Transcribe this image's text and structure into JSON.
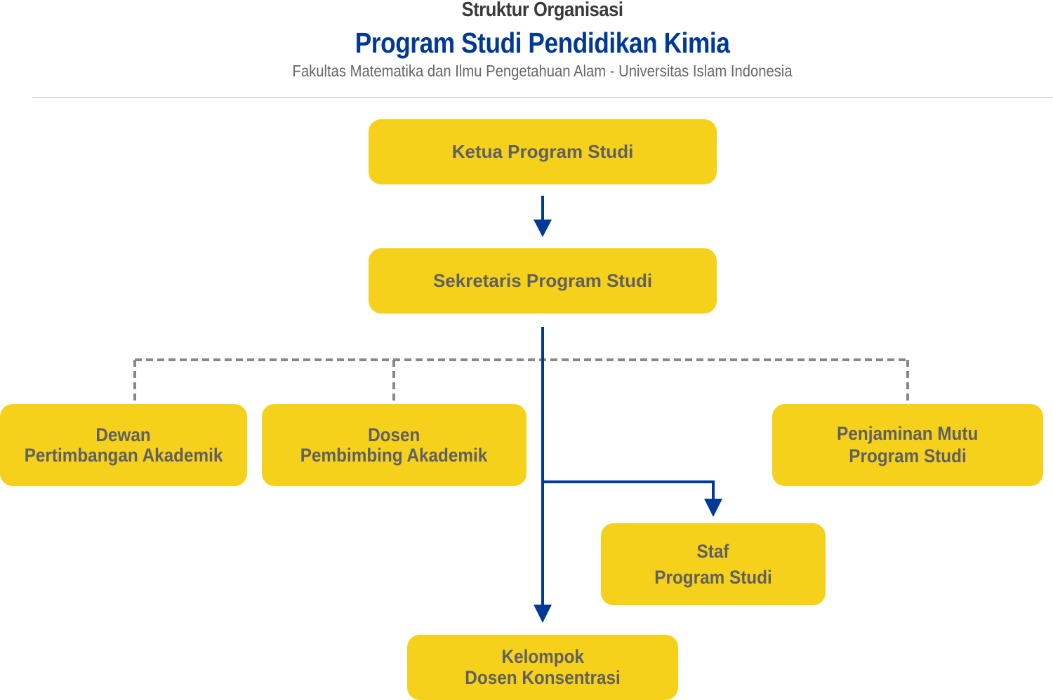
{
  "header": {
    "title": "Struktur Organisasi",
    "program": "Program Studi Pendidikan Kimia",
    "faculty": "Fakultas Matematika dan Ilmu Pengetahuan Alam - Universitas Islam Indonesia"
  },
  "colors": {
    "box_fill": "#f6d11b",
    "box_text": "#606060",
    "solid_connector": "#003a96",
    "dashed_connector": "#888888",
    "title_blue": "#003a96"
  },
  "nodes": {
    "ketua": {
      "lines": [
        "Ketua Program Studi"
      ]
    },
    "sekretaris": {
      "lines": [
        "Sekretaris Program Studi"
      ]
    },
    "dewan": {
      "lines": [
        "Dewan",
        "Pertimbangan Akademik"
      ]
    },
    "dosen_pa": {
      "lines": [
        "Dosen",
        "Pembimbing Akademik"
      ]
    },
    "penjaminan": {
      "lines": [
        "Penjaminan Mutu",
        "Program Studi"
      ]
    },
    "staf": {
      "lines": [
        "Staf",
        "Program Studi"
      ]
    },
    "kelompok": {
      "lines": [
        "Kelompok",
        "Dosen Konsentrasi"
      ]
    }
  },
  "edges": [
    {
      "from": "ketua",
      "to": "sekretaris",
      "style": "solid-arrow"
    },
    {
      "from": "sekretaris",
      "to": "staf",
      "style": "solid-arrow"
    },
    {
      "from": "sekretaris",
      "to": "kelompok",
      "style": "solid-arrow"
    },
    {
      "from": "sekretaris",
      "to": "dewan",
      "style": "dashed"
    },
    {
      "from": "sekretaris",
      "to": "dosen_pa",
      "style": "dashed"
    },
    {
      "from": "sekretaris",
      "to": "penjaminan",
      "style": "dashed"
    }
  ]
}
